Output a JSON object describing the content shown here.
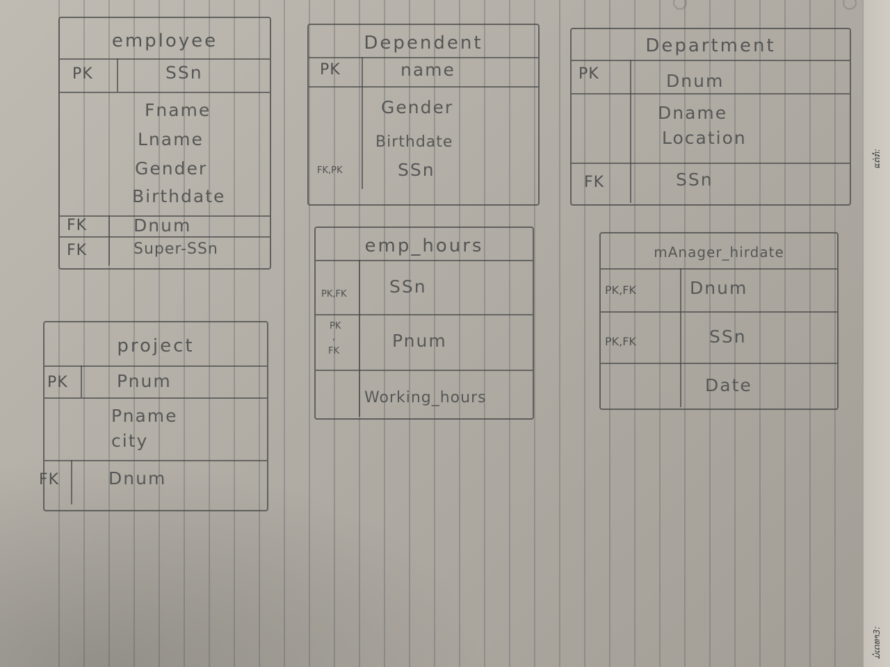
{
  "margin": {
    "top_label": "ແຕ່ກໍ່:",
    "bottom_label": "ມໍເດທາ3:"
  },
  "tables": {
    "employee": {
      "title": "employee",
      "pk_key": "PK",
      "pk_attr": "SSn",
      "attrs": [
        "Fname",
        "Lname",
        "Gender",
        "Birthdate"
      ],
      "fk1_key": "FK",
      "fk1_attr": "Dnum",
      "fk2_key": "FK",
      "fk2_attr": "Super-SSn"
    },
    "dependent": {
      "title": "Dependent",
      "pk_key": "PK",
      "pk_attr": "name",
      "attrs": [
        "Gender",
        "Birthdate"
      ],
      "fk_key": "FK,PK",
      "fk_attr": "SSn"
    },
    "department": {
      "title": "Department",
      "pk_key": "PK",
      "pk_attr": "Dnum",
      "attrs": [
        "Dname",
        "Location"
      ],
      "fk_key": "FK",
      "fk_attr": "SSn"
    },
    "emp_hours": {
      "title": "emp_hours",
      "row1_key": "PK,FK",
      "row1_attr": "SSn",
      "row2_key_a": "PK",
      "row2_key_b": ",",
      "row2_key_c": "FK",
      "row2_attr": "Pnum",
      "row3_attr": "Working_hours"
    },
    "manager_hiredate": {
      "title": "mAnager_hirdate",
      "row1_key": "PK,FK",
      "row1_attr": "Dnum",
      "row2_key": "PK,FK",
      "row2_attr": "SSn",
      "row3_attr": "Date"
    },
    "project": {
      "title": "project",
      "pk_key": "PK",
      "pk_attr": "Pnum",
      "attrs": [
        "Pname",
        "city"
      ],
      "fk_key": "FK",
      "fk_attr": "Dnum"
    }
  }
}
